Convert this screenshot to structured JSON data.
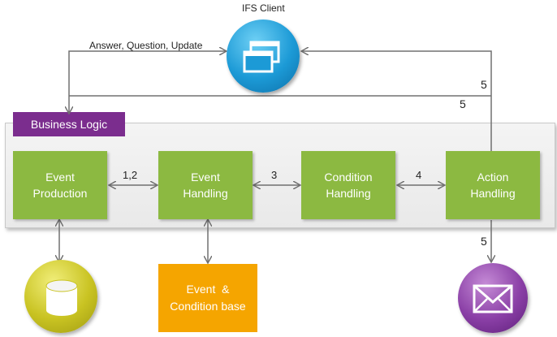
{
  "client": {
    "label": "IFS Client"
  },
  "business_logic": {
    "label": "Business Logic"
  },
  "nodes": [
    {
      "line1": "Event",
      "line2": "Production"
    },
    {
      "line1": "Event",
      "line2": "Handling"
    },
    {
      "line1": "Condition",
      "line2": "Handling"
    },
    {
      "line1": "Action",
      "line2": "Handling"
    }
  ],
  "knowledge_base": {
    "line1": "Event  &",
    "line2": "Condition base"
  },
  "edge_labels": {
    "feedback": "Answer, Question, Update",
    "e12": "1,2",
    "e3": "3",
    "e4": "4",
    "e5_top": "5",
    "e5_mid": "5",
    "e5_bottom": "5"
  },
  "colors": {
    "green": "#8cb941",
    "orange": "#f5a500",
    "purple": "#7b2d8e",
    "arrow": "#707070"
  },
  "icons": {
    "client": "monitor-windows-icon",
    "database": "database-cylinder-icon",
    "mail": "envelope-icon"
  }
}
